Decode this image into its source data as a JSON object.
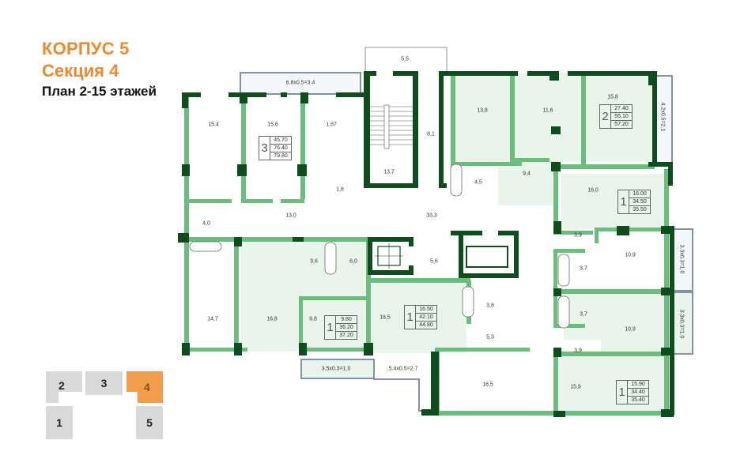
{
  "header": {
    "building": "КОРПУС 5",
    "section": "Секция 4",
    "plan": "План 2-15 этажей"
  },
  "colors": {
    "accent": "#ee8a2c",
    "wall_dark": "#0f4d1f",
    "wall_light": "#6bbd7e",
    "apartment_fill": "#e9f5ea",
    "section_inactive": "#d9d9d9",
    "section_active": "#f29d4a"
  },
  "section_map": {
    "sections": [
      {
        "label": "2",
        "active": false
      },
      {
        "label": "3",
        "active": false
      },
      {
        "label": "4",
        "active": true
      },
      {
        "label": "1",
        "active": false
      },
      {
        "label": "5",
        "active": false
      }
    ]
  },
  "apartments": [
    {
      "rooms": "3",
      "areas": [
        "45.70",
        "76.40",
        "79.80"
      ]
    },
    {
      "rooms": "2",
      "areas": [
        "27.40",
        "55.10",
        "57.20"
      ]
    },
    {
      "rooms": "1",
      "areas": [
        "16.00",
        "34.50",
        "35.50"
      ]
    },
    {
      "rooms": "1",
      "areas": [
        "9.80",
        "36.20",
        "37.20"
      ]
    },
    {
      "rooms": "1",
      "areas": [
        "16.50",
        "42.10",
        "44.80"
      ]
    },
    {
      "rooms": "1",
      "areas": [
        "15.90",
        "34.40",
        "35.40"
      ]
    }
  ],
  "room_labels": {
    "r15_4": "15,4",
    "r15_6": "15,6",
    "r1_57": "1,57",
    "r1_6": "1,6",
    "r13_7": "13,7",
    "r8_1": "8,1",
    "r5_5": "5,5",
    "r13_8": "13,8",
    "r11_6": "11,6",
    "r15_8": "15,8",
    "r9_4": "9,4",
    "r4_5": "4,5",
    "r4_0": "4,0",
    "r13_0": "13,0",
    "r33_3": "33,3",
    "r16_0": "16,0",
    "r3_6": "3,6",
    "r6_0": "6,0",
    "r5_6": "5,6",
    "r3_9a": "3,9",
    "r10_9a": "10,9",
    "r3_7a": "3,7",
    "r3_7b": "3,7",
    "r3_8": "3,8",
    "r14_7": "14,7",
    "r16_8": "16,8",
    "r9_8": "9,8",
    "r16_5a": "16,5",
    "r5_3": "5,3",
    "r10_9b": "10,9",
    "r3_9b": "3,9",
    "r16_5b": "16,5",
    "r15_9": "15,9"
  },
  "balconies": {
    "top_left": "6.8x0.5=3.4",
    "bottom_left": "3.5x0.3=1.0",
    "bottom_center": "5.4x0.5=2.7",
    "right_top": "4.2x0.5=2.1",
    "right_mid": "3.3x0.3=1.0",
    "right_bottom": "3.3x0.3=1.0"
  }
}
